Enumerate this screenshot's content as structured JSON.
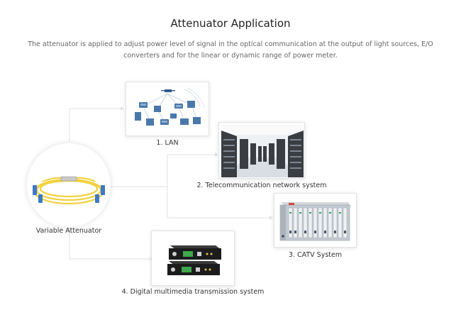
{
  "title": "Attenuator Application",
  "description": "The attenuator is applied to adjust power level of signal in the optical communication at the output of light sources, E/O converters and for the linear or dynamic range of power meter.",
  "source": {
    "label": "Variable Attenuator"
  },
  "applications": [
    {
      "label": "1. LAN"
    },
    {
      "label": "2. Telecommunication network system"
    },
    {
      "label": "3. CATV System"
    },
    {
      "label": "4. Digital multimedia transmission system"
    }
  ],
  "colors": {
    "connector": "#e0e0e0",
    "fiber": "#f2d13c",
    "connector_blue": "#3e78c9"
  }
}
